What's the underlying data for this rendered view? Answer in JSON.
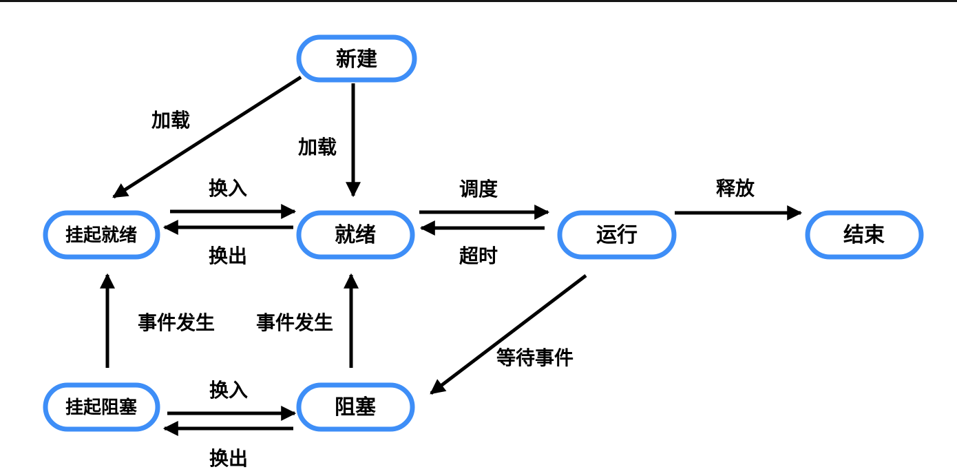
{
  "diagram": {
    "kind": "process-state-transition-diagram",
    "colors": {
      "accent": "#3E8EF7",
      "arrow": "#000000",
      "text": "#000000",
      "node_fill": "#FFFFFF",
      "background": "#FFFFFF"
    },
    "nodes": {
      "new": {
        "label": "新建"
      },
      "suspended_ready": {
        "label": "挂起就绪"
      },
      "ready": {
        "label": "就绪"
      },
      "running": {
        "label": "运行"
      },
      "end": {
        "label": "结束"
      },
      "suspended_blocked": {
        "label": "挂起阻塞"
      },
      "blocked": {
        "label": "阻塞"
      }
    },
    "edges": [
      {
        "from": "新建",
        "to": "挂起就绪",
        "label": "加载"
      },
      {
        "from": "新建",
        "to": "就绪",
        "label": "加载"
      },
      {
        "from": "挂起就绪",
        "to": "就绪",
        "label": "换入"
      },
      {
        "from": "就绪",
        "to": "挂起就绪",
        "label": "换出"
      },
      {
        "from": "就绪",
        "to": "运行",
        "label": "调度"
      },
      {
        "from": "运行",
        "to": "就绪",
        "label": "超时"
      },
      {
        "from": "运行",
        "to": "结束",
        "label": "释放"
      },
      {
        "from": "挂起阻塞",
        "to": "挂起就绪",
        "label": "事件发生"
      },
      {
        "from": "阻塞",
        "to": "就绪",
        "label": "事件发生"
      },
      {
        "from": "运行",
        "to": "阻塞",
        "label": "等待事件"
      },
      {
        "from": "挂起阻塞",
        "to": "阻塞",
        "label": "换入"
      },
      {
        "from": "阻塞",
        "to": "挂起阻塞",
        "label": "换出"
      }
    ]
  }
}
